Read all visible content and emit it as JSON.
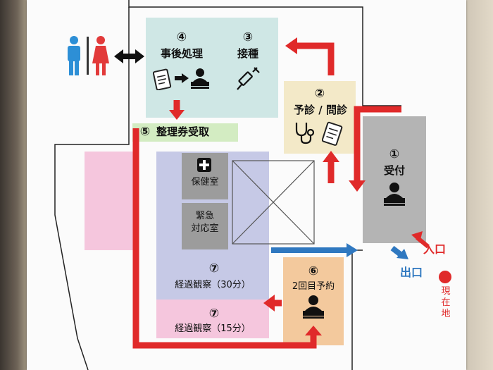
{
  "rooms": {
    "step4": {
      "num": "④",
      "label": "事後処理"
    },
    "step3": {
      "num": "③",
      "label": "接種"
    },
    "step2": {
      "num": "②",
      "label": "予診 / 問診"
    },
    "step1": {
      "num": "①",
      "label": "受付"
    },
    "step5": {
      "num": "⑤",
      "label": "整理券受取"
    },
    "step6": {
      "num": "⑥",
      "label": "2回目予約"
    },
    "step7a": {
      "num": "⑦",
      "label": "経過観察（30分）"
    },
    "step7b": {
      "num": "⑦",
      "label": "経過観察（15分）"
    },
    "health_room": {
      "label": "保健室"
    },
    "emergency_room": {
      "label_line1": "緊急",
      "label_line2": "対応室"
    }
  },
  "markers": {
    "entrance": "入口",
    "exit": "出口",
    "current_line1": "現",
    "current_line2": "在",
    "current_line3": "地"
  },
  "colors": {
    "room_blue": "#cfe7e5",
    "room_yellow": "#f3e9c8",
    "room_gray": "#b4b4b4",
    "room_green": "#d3ecc2",
    "room_orange": "#f3c99d",
    "room_lavender": "#c6c9e6",
    "room_pink": "#f5c6dd",
    "arrow_red": "#e02a2a",
    "arrow_blue": "#2f78c0",
    "toilet_male": "#2d8fd6",
    "toilet_female": "#e23a3a"
  },
  "icons": [
    "male-toilet-icon",
    "female-toilet-icon",
    "clipboard-icon",
    "stamp-person-icon",
    "syringe-icon",
    "stethoscope-icon",
    "cross-icon"
  ]
}
